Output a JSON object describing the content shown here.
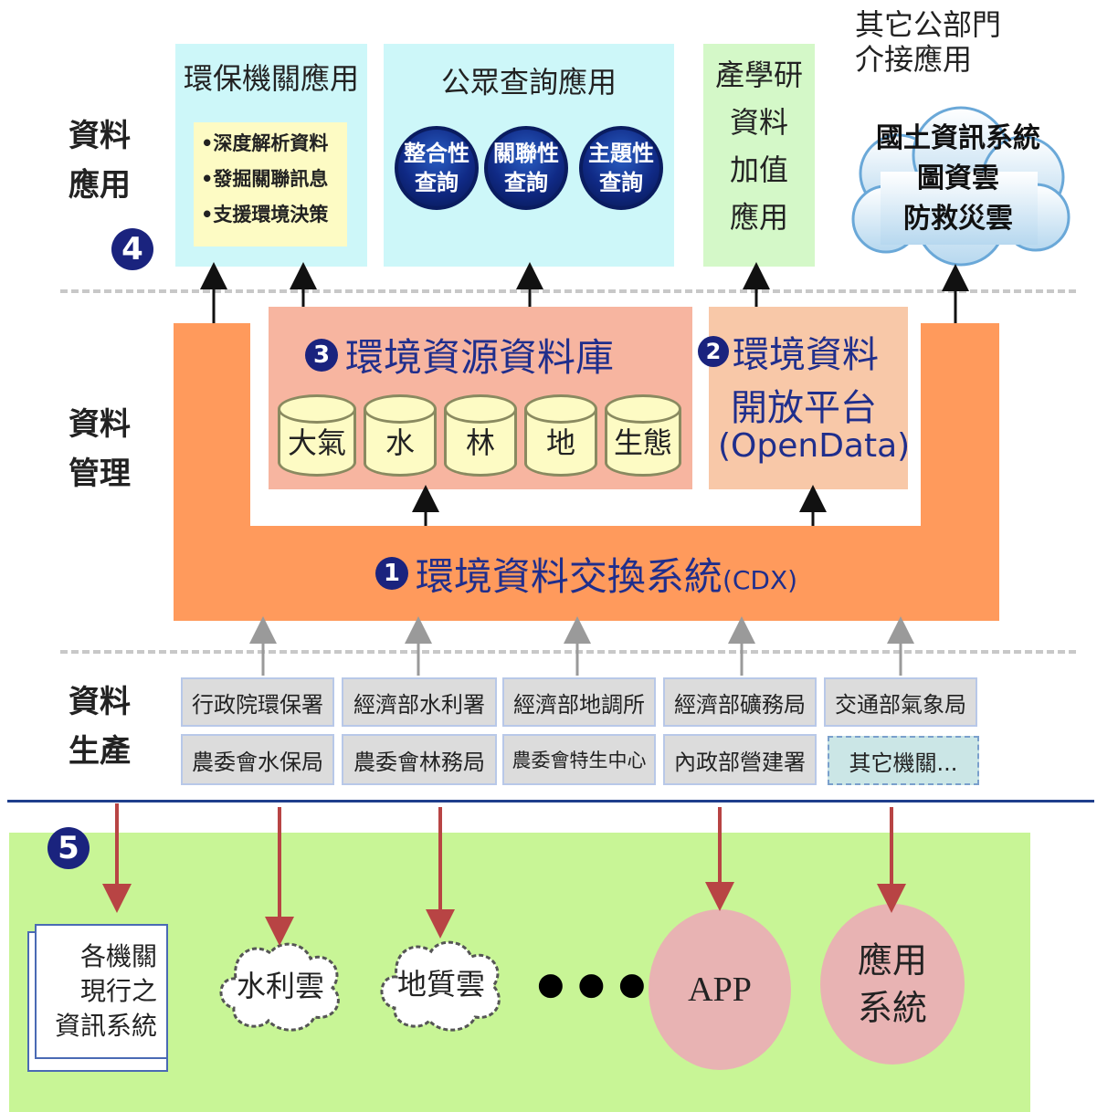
{
  "layers": {
    "application": "資料\n應用",
    "management": "資料\n管理",
    "production": "資料\n生產"
  },
  "numbers": {
    "n1": "1",
    "n2": "2",
    "n3": "3",
    "n4": "4",
    "n5": "5"
  },
  "apps": {
    "epa": {
      "title": "環保機關應用",
      "bullets": [
        "•深度解析資料",
        "•發掘關聯訊息",
        "•支援環境決策"
      ]
    },
    "public": {
      "title": "公眾查詢應用",
      "balls": [
        "整合性\n查詢",
        "關聯性\n查詢",
        "主題性\n查詢"
      ]
    },
    "academic": {
      "title": "產學研\n資料\n加值\n應用"
    },
    "other": {
      "title": "其它公部門\n介接應用",
      "cloud_lines": [
        "國土資訊系統",
        "圖資雲",
        "防救災雲"
      ]
    }
  },
  "database": {
    "title": "環境資源資料庫",
    "cylinders": [
      "大氣",
      "水",
      "林",
      "地",
      "生態"
    ]
  },
  "open_platform": {
    "line1": "環境資料",
    "line2": "開放平台",
    "line3": "(OpenData)"
  },
  "cdx": {
    "title": "環境資料交換系統",
    "suffix": "(CDX)"
  },
  "agencies": {
    "row1": [
      "行政院環保署",
      "經濟部水利署",
      "經濟部地調所",
      "經濟部礦務局",
      "交通部氣象局"
    ],
    "row2": [
      "農委會水保局",
      "農委會林務局",
      "農委會特生中心",
      "內政部營建署",
      "其它機關..."
    ]
  },
  "bottom": {
    "systems_doc": "各機關\n現行之\n資訊系統",
    "cloud_water": "水利雲",
    "cloud_geo": "地質雲",
    "ellipsis": "● ● ●",
    "app": "APP",
    "app_system": "應用\n系統"
  },
  "colors": {
    "orange": "#ff9a5c",
    "salmon": "#f7b5a0",
    "peach": "#f8c8a8",
    "light_cyan": "#cdf7f9",
    "light_green": "#d4f8c8",
    "lime": "#c8f596",
    "pink_circle": "#e8b3b3",
    "navy": "#1a237e",
    "cdx_text": "#1f2e8c",
    "dark_red_arrow": "#b84444"
  }
}
